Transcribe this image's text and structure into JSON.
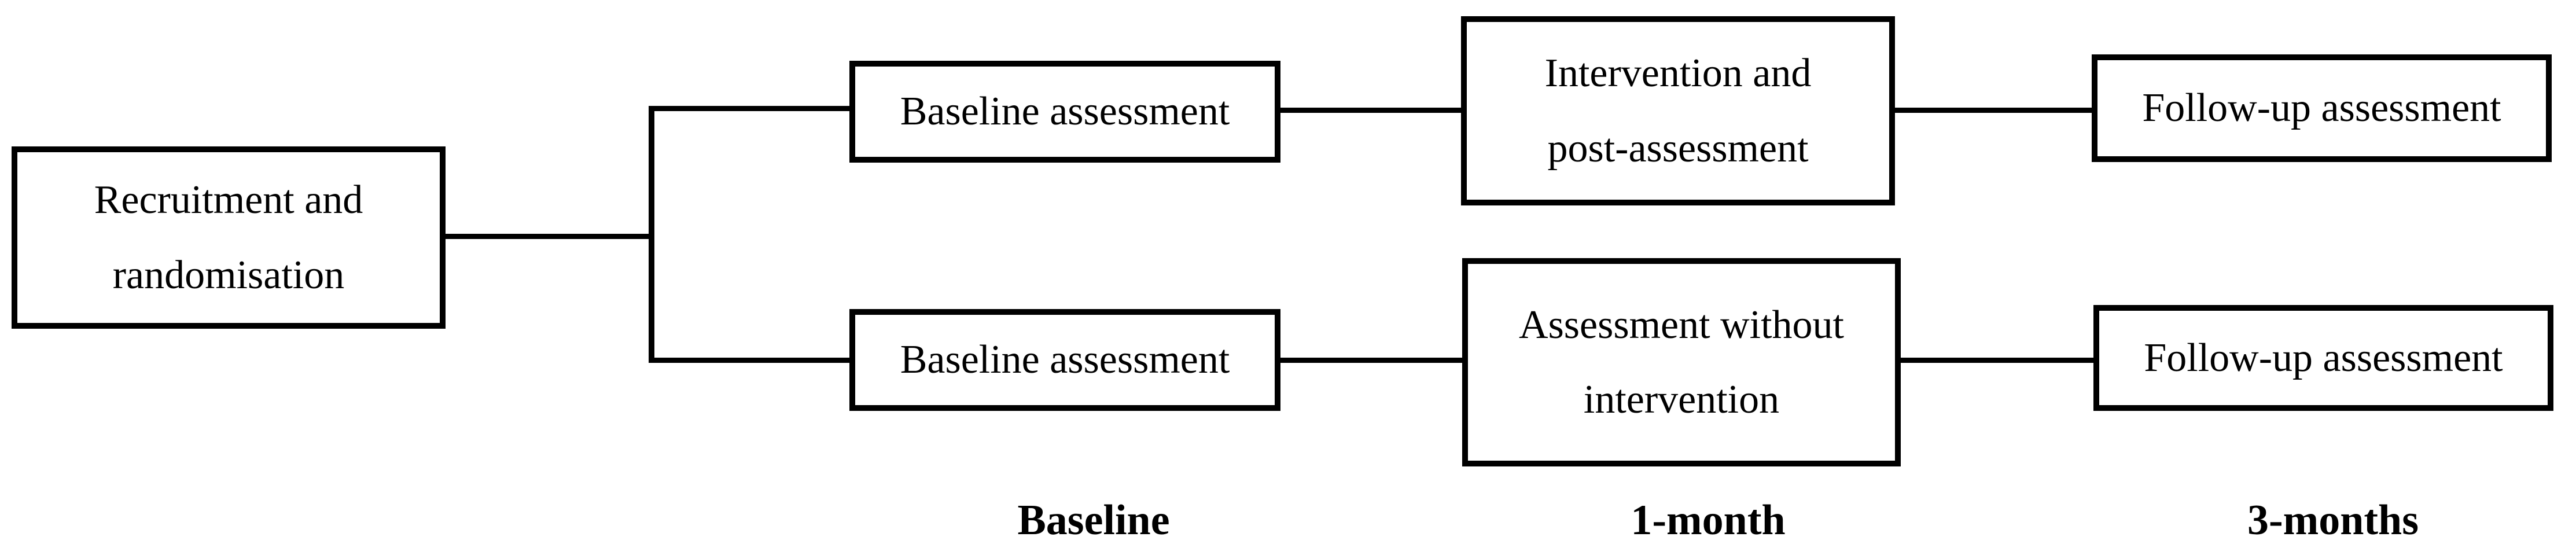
{
  "figure": {
    "colors": {
      "background": "#ffffff",
      "line": "#000000",
      "text": "#000000"
    },
    "nodes": {
      "recruitment": {
        "lines": [
          "Recruitment and",
          "randomisation"
        ]
      },
      "baseline_top": {
        "label": "Baseline assessment"
      },
      "baseline_bottom": {
        "label": "Baseline assessment"
      },
      "intervention": {
        "lines": [
          "Intervention and",
          "post-assessment"
        ]
      },
      "control": {
        "lines": [
          "Assessment without",
          "intervention"
        ]
      },
      "followup_top": {
        "label": "Follow-up assessment"
      },
      "followup_bottom": {
        "label": "Follow-up assessment"
      }
    },
    "timeline": {
      "baseline": "Baseline",
      "one_month": "1-month",
      "three_months": "3-months"
    }
  }
}
